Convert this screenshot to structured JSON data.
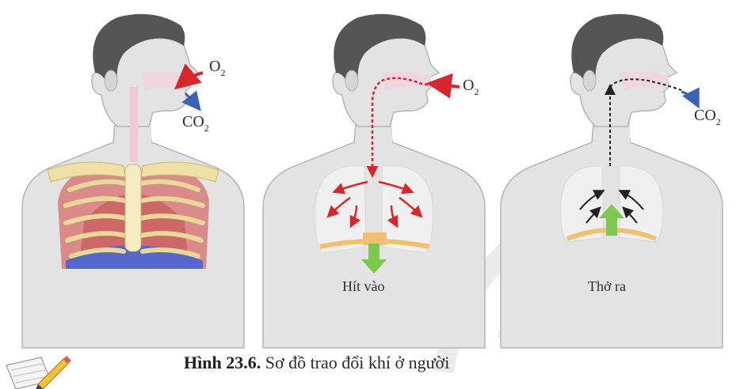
{
  "panels": [
    {
      "o2": "O",
      "o2_sub": "2",
      "co2": "CO",
      "co2_sub": "2"
    },
    {
      "o2": "O",
      "o2_sub": "2",
      "label": "Hít vào"
    },
    {
      "co2": "CO",
      "co2_sub": "2",
      "label": "Thở ra"
    }
  ],
  "caption": {
    "number": "Hình 23.6.",
    "text": "Sơ đồ trao đổi khí ở người"
  },
  "colors": {
    "inhale_arrow": "#d9262c",
    "exhale_arrow": "#3a62b5",
    "diaphragm_arrow": "#7ec850",
    "skin": "#e4e4e4",
    "hair": "#555555"
  }
}
